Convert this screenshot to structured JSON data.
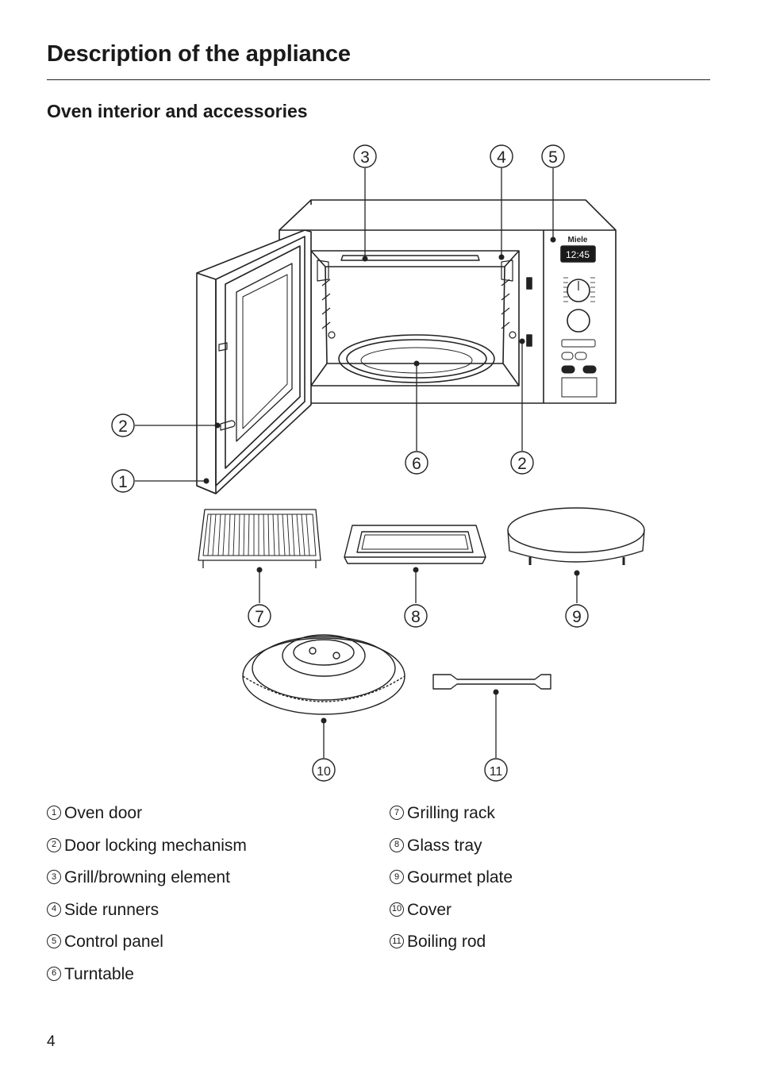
{
  "page": {
    "title": "Description of the appliance",
    "section_heading": "Oven interior and accessories",
    "page_number": "4"
  },
  "display_time": "12:45",
  "brand": "Miele",
  "callouts": [
    "1",
    "2",
    "3",
    "4",
    "5",
    "6",
    "2",
    "7",
    "8",
    "9",
    "10",
    "11"
  ],
  "legend": {
    "left": [
      {
        "num": "1",
        "label": "Oven door"
      },
      {
        "num": "2",
        "label": "Door locking mechanism"
      },
      {
        "num": "3",
        "label": "Grill/browning element"
      },
      {
        "num": "4",
        "label": "Side runners"
      },
      {
        "num": "5",
        "label": "Control panel"
      },
      {
        "num": "6",
        "label": "Turntable"
      }
    ],
    "right": [
      {
        "num": "7",
        "label": "Grilling rack"
      },
      {
        "num": "8",
        "label": "Glass tray"
      },
      {
        "num": "9",
        "label": "Gourmet plate"
      },
      {
        "num": "10",
        "label": "Cover"
      },
      {
        "num": "11",
        "label": "Boiling rod"
      }
    ]
  }
}
